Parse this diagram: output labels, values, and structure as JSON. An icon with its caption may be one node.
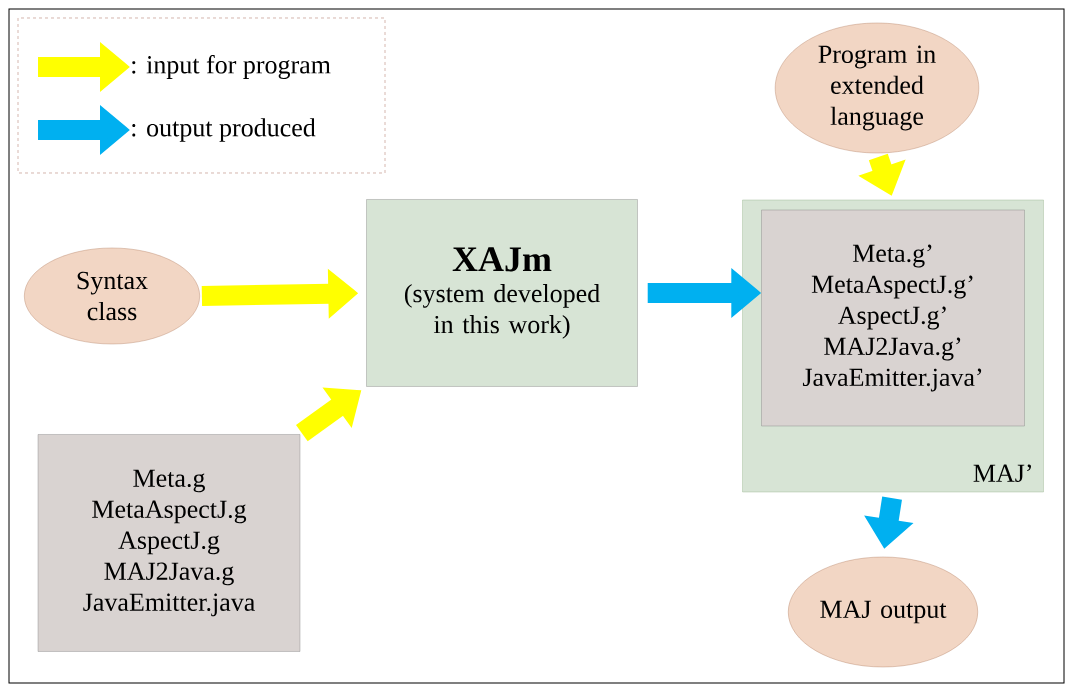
{
  "diagram": {
    "nodes": [
      {
        "text": [
          "Syntax class"
        ]
      },
      {
        "text": [
          "Meta.g",
          "MetaAspectJ.g",
          "AspectJ.g",
          "MAJ2Java.g",
          "JavaEmitter.java"
        ]
      },
      {
        "text": [
          "XAJm",
          "(system developed in this work)"
        ]
      },
      {
        "text": [
          "Program in extended language"
        ]
      },
      {
        "text": [
          "MAJ’"
        ]
      },
      {
        "text": [
          "Meta.g’",
          "MetaAspectJ.g’",
          "AspectJ.g’",
          "MAJ2Java.g’",
          "JavaEmitter.java’"
        ],
        "in": 4
      },
      {
        "text": [
          "MAJ output"
        ]
      }
    ],
    "edges": [
      {
        "from": 0,
        "to": 2,
        "arrow": "to"
      },
      {
        "from": 1,
        "to": 2,
        "arrow": "to"
      },
      {
        "from": 2,
        "to": 5,
        "arrow": "to",
        "color": "#00b0f0"
      },
      {
        "from": 3,
        "to": 4,
        "arrow": "to"
      },
      {
        "from": 4,
        "to": 6,
        "arrow": "to",
        "color": "#00b0f0"
      }
    ],
    "legend": [
      {
        "text": ": input for program",
        "color": "#ffff00"
      },
      {
        "text": ": output produced",
        "color": "#00b0f0"
      }
    ]
  }
}
